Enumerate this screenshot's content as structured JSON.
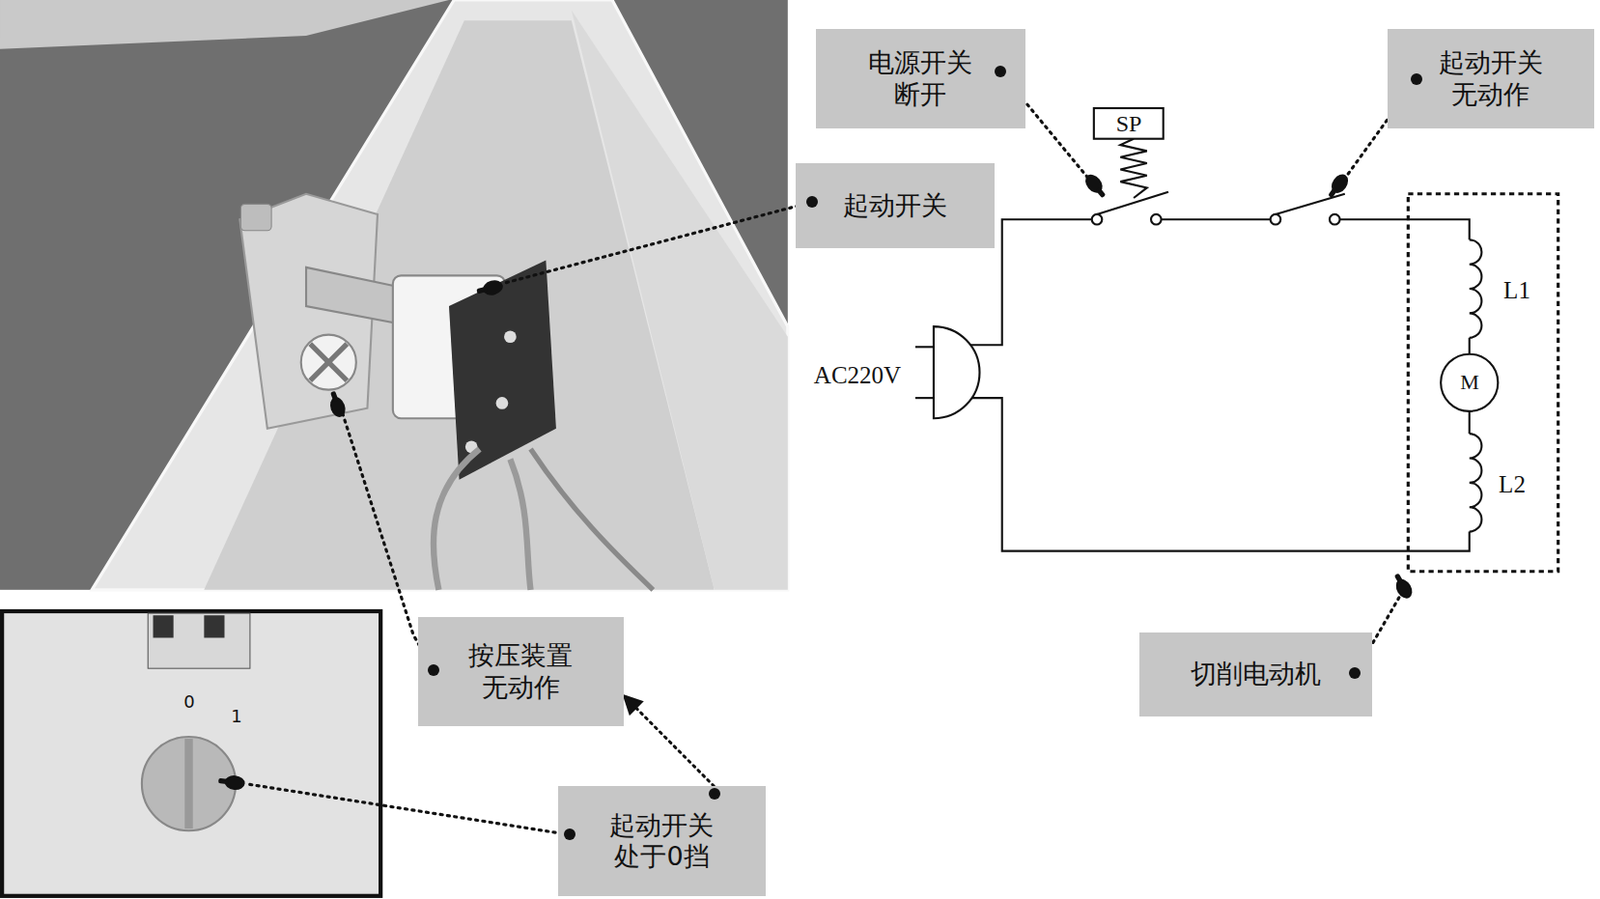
{
  "diagram": {
    "nodes": [
      {
        "text": [
          "电源开关 断开"
        ]
      },
      {
        "text": [
          "起动开关 无动作"
        ]
      },
      {
        "text": [
          "起动开关"
        ]
      },
      {
        "text": [
          "按压装置 无动作"
        ]
      },
      {
        "text": [
          "切削电动机"
        ]
      },
      {
        "text": [
          "起动开关 处于0挡"
        ]
      }
    ],
    "edges": [
      {
        "from": 5,
        "to": 3,
        "arrow": "to"
      }
    ],
    "labels": [
      "SP",
      "AC220V",
      "L1",
      "L2",
      "M",
      "0",
      "1"
    ]
  }
}
